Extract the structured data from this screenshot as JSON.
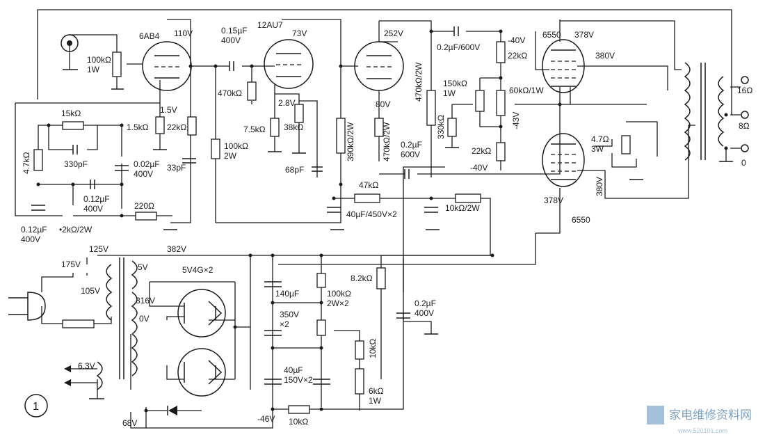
{
  "figure_number": "1",
  "tubes": {
    "driver": "6AB4",
    "preamp": "12AU7",
    "power_top": "6550",
    "power_bottom": "6550",
    "rectifier": "5V4G×2"
  },
  "voltages": {
    "v110": "110V",
    "v73": "73V",
    "v252": "252V",
    "v378_top": "378V",
    "v380_top": "380V",
    "v1_5": "1.5V",
    "v2_8": "2.8V",
    "v80": "80V",
    "neg40_top": "-40V",
    "neg43": "-43V",
    "neg40_bot": "-40V",
    "v378_bot": "378V",
    "v380_bot": "380V",
    "v382": "382V",
    "v125": "125V",
    "v175": "175V",
    "v105": "105V",
    "v5": "5V",
    "v316": "316V",
    "v0": "0V",
    "v6_3": "6.3V",
    "neg46": "-46V",
    "v68": "68V"
  },
  "components": {
    "r100k1w": "100kΩ\n1W",
    "c015": "0.15µF\n400V",
    "r470k_a": "470kΩ",
    "r1_5k": "1.5kΩ",
    "r22k_a": "22kΩ",
    "c33p": "33pF",
    "r100k2w": "100kΩ\n2W",
    "r7_5k": "7.5kΩ",
    "r38k": "38kΩ",
    "c68p": "68pF",
    "r390k": "390kΩ/2W",
    "r470k2w_v": "470kΩ/2W",
    "r470k2w_b": "470kΩ/2W",
    "c02_600_top": "0.2µF/600V",
    "r22k_b": "22kΩ",
    "r150k": "150kΩ\n1W",
    "r60k": "60kΩ/1W",
    "r330k": "330kΩ",
    "r22k_c": "22kΩ",
    "c02_600": "0.2µF\n600V",
    "r47k": "47kΩ",
    "c40_450": "40µF/450V×2",
    "r10k2w": "10kΩ/2W",
    "r4_7": "4.7Ω\n3W",
    "r15k": "15kΩ",
    "c330p": "330pF",
    "r4_7k": "4.7kΩ",
    "c002": "0.02µF\n400V",
    "c012_a": "0.12µF\n400V",
    "c012_b": "0.12µF\n400V",
    "r2k": "•2kΩ/2W",
    "r220": "220Ω",
    "c140": "140µF",
    "c350": "350V\n×2",
    "r100k2wx2": "100kΩ\n2W×2",
    "r8_2k": "8.2kΩ",
    "c02_400": "0.2µF\n400V",
    "r10k_v": "10kΩ",
    "c40_150": "40µF\n150V×2",
    "r6k": "6kΩ\n1W",
    "r10k_h": "10kΩ"
  },
  "outputs": {
    "o16": "16Ω",
    "o8": "8Ω",
    "o0": "0"
  },
  "watermark": {
    "text": "家电维修资料网",
    "url": "www.520101.com"
  }
}
